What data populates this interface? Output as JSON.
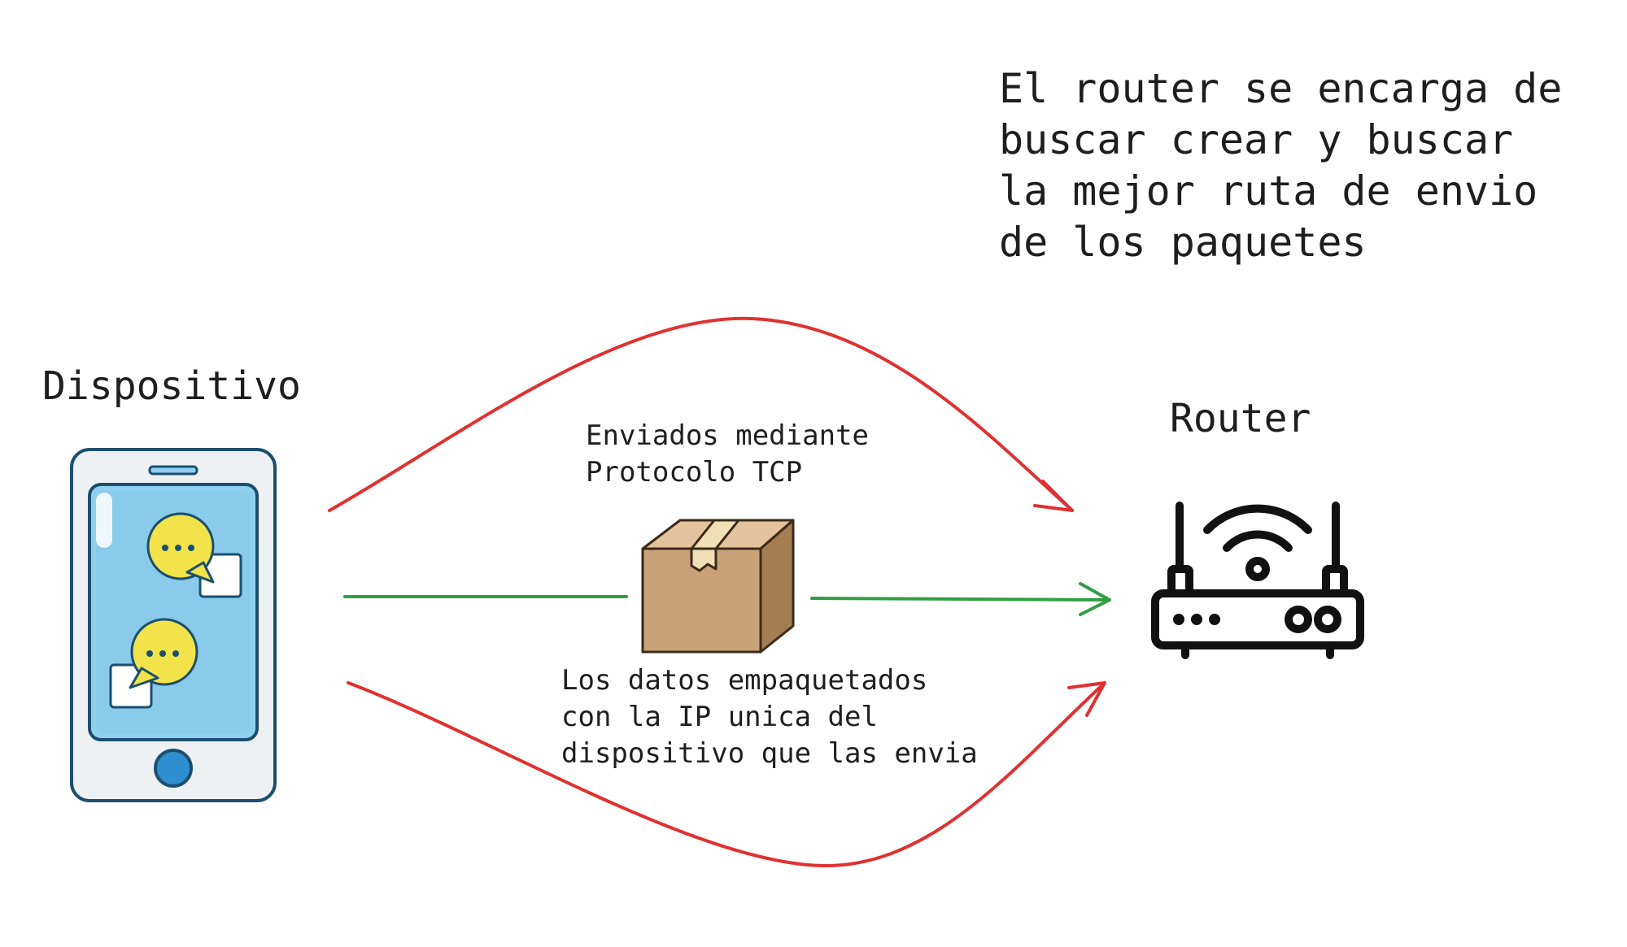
{
  "note": {
    "lines": [
      "El router se encarga de",
      "buscar crear y buscar",
      "la mejor ruta de envio",
      "de los paquetes"
    ]
  },
  "device": {
    "label": "Dispositivo",
    "icon": "smartphone-chat-icon"
  },
  "router": {
    "label": "Router",
    "icon": "wifi-router-icon"
  },
  "packet": {
    "icon": "cardboard-box-icon",
    "top_label": [
      "Enviados mediante",
      "Protocolo TCP"
    ],
    "bottom_label": [
      "Los datos empaquetados",
      "con la IP unica del",
      "dispositivo que las envia"
    ]
  },
  "colors": {
    "route_arrows": "#e03131",
    "main_arrow": "#2f9e44",
    "phone_outline": "#1c4f6e",
    "phone_screen": "#8fd0f0",
    "chat_bubble": "#f2e34a",
    "box": "#c9a277",
    "text": "#1e1e1e"
  }
}
